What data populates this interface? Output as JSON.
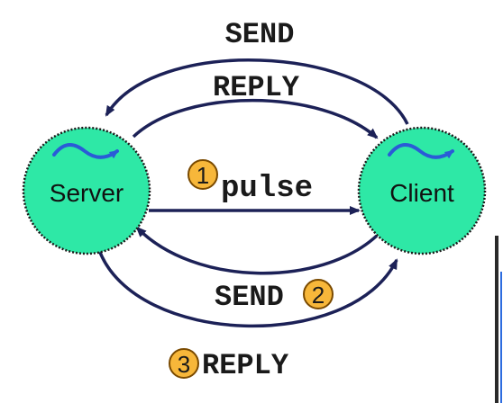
{
  "nodes": {
    "server": {
      "label": "Server"
    },
    "client": {
      "label": "Client"
    }
  },
  "messages": {
    "send_top": {
      "label": "SEND"
    },
    "reply_top": {
      "label": "REPLY"
    },
    "pulse": {
      "label": "pulse",
      "step": "1"
    },
    "send_bottom": {
      "label": "SEND",
      "step": "2"
    },
    "reply_bottom": {
      "label": "REPLY",
      "step": "3"
    }
  },
  "colors": {
    "node_fill": "#2ee8a6",
    "node_outline": "#1a1a1a",
    "arrow": "#1c2157",
    "wave": "#2a5bd7",
    "badge_fill": "#f7b73a",
    "badge_outline": "#7a4a00"
  },
  "icons": {
    "node_wave": "wave-arrow-icon"
  }
}
